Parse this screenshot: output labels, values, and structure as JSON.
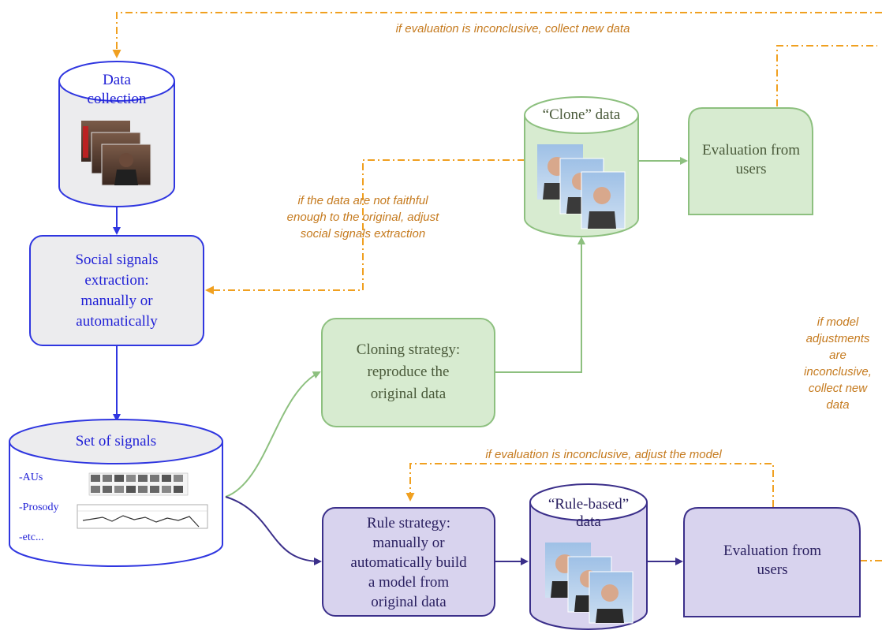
{
  "colors": {
    "blue_stroke": "#2f36e0",
    "blue_text": "#1f1fd6",
    "gray_fill": "#ececee",
    "green_fill": "#d7ebd0",
    "green_stroke": "#8dc07f",
    "purple_fill": "#d8d3ee",
    "purple_stroke": "#3b2f8a",
    "orange": "#f0a020",
    "note_text": "#c57a1e"
  },
  "nodes": {
    "data_collection": {
      "line1": "Data",
      "line2": "collection"
    },
    "social_signals": {
      "lines": [
        "Social signals",
        "extraction:",
        "manually or",
        "automatically"
      ]
    },
    "set_of_signals": {
      "title": "Set of signals",
      "items": [
        "-AUs",
        "-Prosody",
        "-etc..."
      ]
    },
    "clone_data": {
      "title": "“Clone” data"
    },
    "eval_top": {
      "line1": "Evaluation from",
      "line2": "users"
    },
    "cloning_strategy": {
      "lines": [
        "Cloning strategy:",
        "reproduce the",
        "original data"
      ]
    },
    "rule_strategy": {
      "lines": [
        "Rule strategy:",
        "manually or",
        "automatically build",
        "a model from",
        "original data"
      ]
    },
    "rule_data": {
      "line1": "“Rule-based”",
      "line2": "data"
    },
    "eval_bottom": {
      "line1": "Evaluation from",
      "line2": "users"
    }
  },
  "notes": {
    "top_loop": "if evaluation is inconclusive, collect new data",
    "faithful": [
      "if the data are not faithful",
      "enough to the original, adjust",
      "social signals extraction"
    ],
    "model_adjust": [
      "if model",
      "adjustments",
      "are",
      "inconclusive,",
      "collect new",
      "data"
    ],
    "rule_loop": "if evaluation is inconclusive, adjust the model"
  }
}
